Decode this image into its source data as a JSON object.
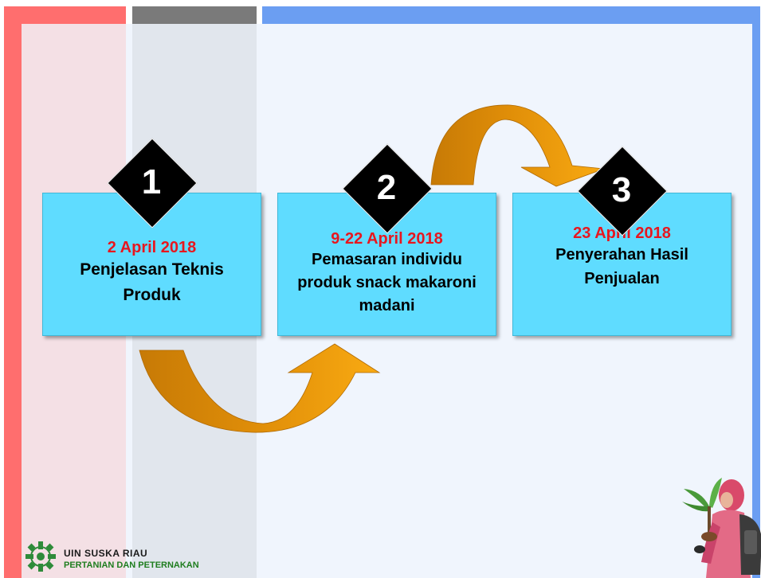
{
  "colors": {
    "red_band": "#ff6e6e",
    "gray_band": "#7a7a7a",
    "blue_band": "#6b9ef2",
    "box_fill": "#5fdcff",
    "date_red": "#e8161e",
    "arrow_orange": "#f5a00e",
    "arrow_dark": "#c77a06"
  },
  "steps": [
    {
      "number": "1",
      "date": "2 April 2018",
      "title_lines": [
        "Penjelasan Teknis",
        "Produk"
      ]
    },
    {
      "number": "2",
      "date": "9-22 April 2018",
      "title_lines": [
        "Pemasaran individu",
        "produk snack makaroni",
        "madani"
      ]
    },
    {
      "number": "3",
      "date": "23 April 2018",
      "title_lines": [
        "Penyerahan Hasil",
        "Penjualan"
      ]
    }
  ],
  "footer": {
    "institution": "UIN SUSKA RIAU",
    "faculty": "PERTANIAN DAN PETERNAKAN"
  }
}
